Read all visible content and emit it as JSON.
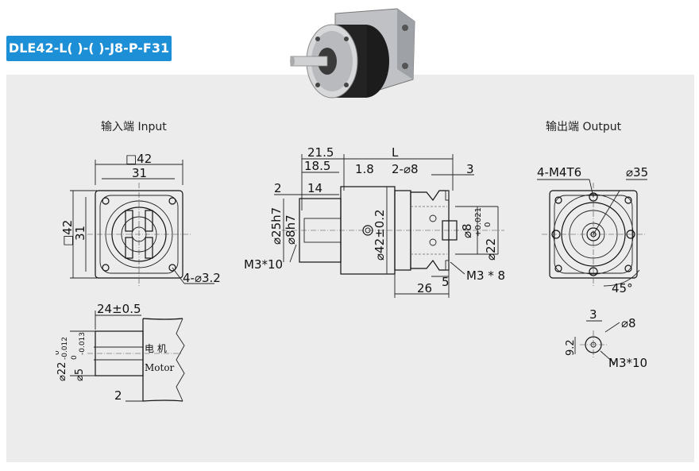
{
  "model": "DLE42-L( )-( )-J8-P-F31",
  "input_label": "输入端 Input",
  "output_label": "输出端 Output",
  "motor_cn": "电 机",
  "motor_en": "Motor",
  "front": {
    "outer": "□42",
    "inner": "31",
    "side_outer": "□42",
    "side_inner": "31",
    "holes": "4-⌀3.2"
  },
  "side": {
    "d1": "21.5",
    "d2": "18.5",
    "L": "L",
    "d3": "1.8",
    "d4": "2-⌀8",
    "d5": "3",
    "d6": "2",
    "d7": "14",
    "d8": "⌀25h7",
    "d9": "⌀8h7",
    "d10": "⌀42±0.2",
    "d11": "M3*10",
    "d12": "⌀8",
    "d13": "⌀22",
    "tol_up": "+0.021",
    "tol_dn": "0",
    "d14": "5",
    "d15": "26",
    "d16": "M3 * 8"
  },
  "motor_shaft": {
    "len": "24±0.5",
    "d_outer": "⌀22",
    "d_outer_tol_up": "0",
    "d_outer_tol_dn": "-0.012",
    "d_inner": "⌀5",
    "d_inner_tol_up": "0",
    "d_inner_tol_dn": "-0.013",
    "step": "2"
  },
  "output": {
    "holes": "4-M4T6",
    "pcd": "⌀35",
    "angle": "45°"
  },
  "key": {
    "w": "3",
    "d": "⌀8",
    "h": "9.2",
    "tap": "M3*10"
  }
}
